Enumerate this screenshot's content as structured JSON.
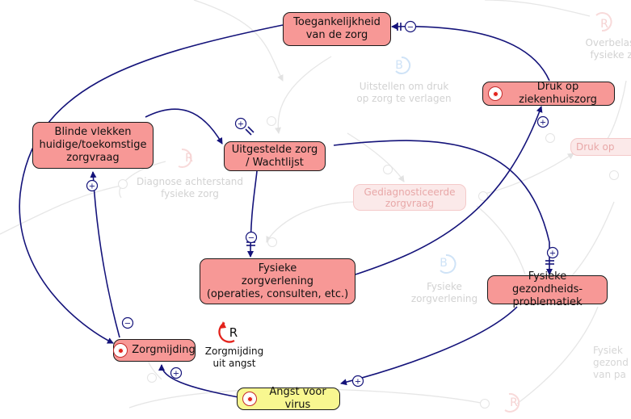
{
  "nodes": {
    "toegankelijkheid": "Toegankelijkheid\nvan de zorg",
    "druk_ziekenhuis": "Druk op ziekenhuiszorg",
    "blinde_vlekken": "Blinde vlekken\nhuidige/toekomstige\nzorgvraag",
    "uitgestelde_zorg": "Uitgestelde zorg\n/ Wachtlijst",
    "fysieke_zorgverlening": "Fysieke\nzorgverlening\n(operaties, consulten, etc.)",
    "fysieke_gezondheid": "Fysieke gezondheids-\nproblematiek",
    "zorgmijding": "Zorgmijding",
    "angst_virus": "Angst voor virus",
    "gediagnosticeerde": "Gediagnosticeerde\nzorgvraag",
    "druk_op_faded": "Druk op"
  },
  "loops": {
    "active": {
      "letter": "R",
      "label": "Zorgmijding\nuit angst"
    },
    "uitstellen": {
      "letter": "B",
      "label": "Uitstellen om druk\nop zorg te verlagen"
    },
    "diagnose": {
      "letter": "R",
      "label": "Diagnose achterstand\nfysieke zorg"
    },
    "fysieke_zv": {
      "letter": "B",
      "label": "Fysieke\nzorgverlening"
    },
    "overbelast": {
      "letter": "R",
      "label": "Overbelast\nfysieke zo"
    },
    "bottom": {
      "letter": "R"
    }
  },
  "ghost_texts": {
    "fysiek_right": "Fysiek\ngezond\nvan pa"
  },
  "polarity": {
    "plus": "+",
    "minus": "−"
  },
  "colors": {
    "node_fill": "#f79896",
    "node_yellow": "#f8f790",
    "link": "#14137a",
    "faded_link": "#e6e6e6",
    "loop_arrow_active": "#e3231c"
  }
}
